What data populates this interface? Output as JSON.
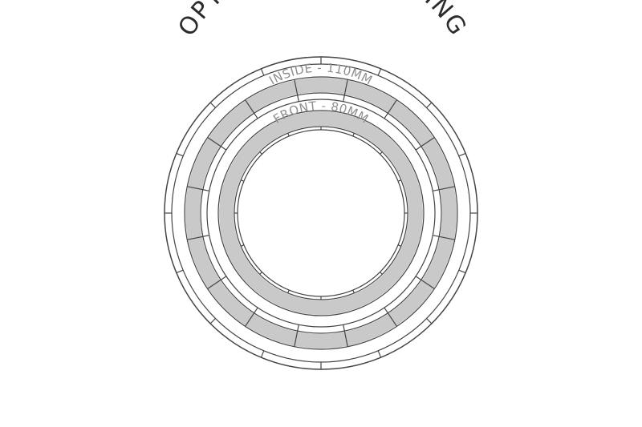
{
  "diagram": {
    "title": "OPTIONAL HALO SIZING",
    "rings": [
      {
        "label": "INSIDE - 110MM"
      },
      {
        "label": "FRONT - 80MM"
      }
    ],
    "colors": {
      "outline": "#444444",
      "halo_fill": "#c9c9c9",
      "title": "#2b2b2b",
      "label": "#8f8f8f",
      "background": "#ffffff"
    }
  }
}
